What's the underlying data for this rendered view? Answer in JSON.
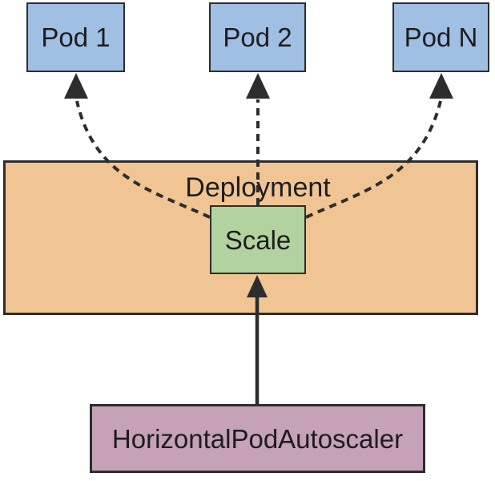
{
  "diagram": {
    "pods": [
      {
        "label": "Pod 1"
      },
      {
        "label": "Pod 2"
      },
      {
        "label": "Pod N"
      }
    ],
    "deployment": {
      "label": "Deployment"
    },
    "scale": {
      "label": "Scale"
    },
    "autoscaler": {
      "label": "HorizontalPodAutoscaler"
    },
    "edges": [
      {
        "from": "Scale",
        "to": "Pod 1",
        "style": "dashed",
        "arrow": "to"
      },
      {
        "from": "Scale",
        "to": "Pod 2",
        "style": "dashed",
        "arrow": "to"
      },
      {
        "from": "Scale",
        "to": "Pod N",
        "style": "dashed",
        "arrow": "to"
      },
      {
        "from": "HorizontalPodAutoscaler",
        "to": "Scale",
        "style": "solid",
        "arrow": "to"
      }
    ]
  },
  "colors": {
    "pod-fill": "#9fbfe3",
    "deployment-fill": "#f0c593",
    "scale-fill": "#b2d3a0",
    "hpa-fill": "#c5a2b8",
    "stroke": "#2d2d2d",
    "text": "#1d1d1d",
    "background": "#ffffff"
  }
}
